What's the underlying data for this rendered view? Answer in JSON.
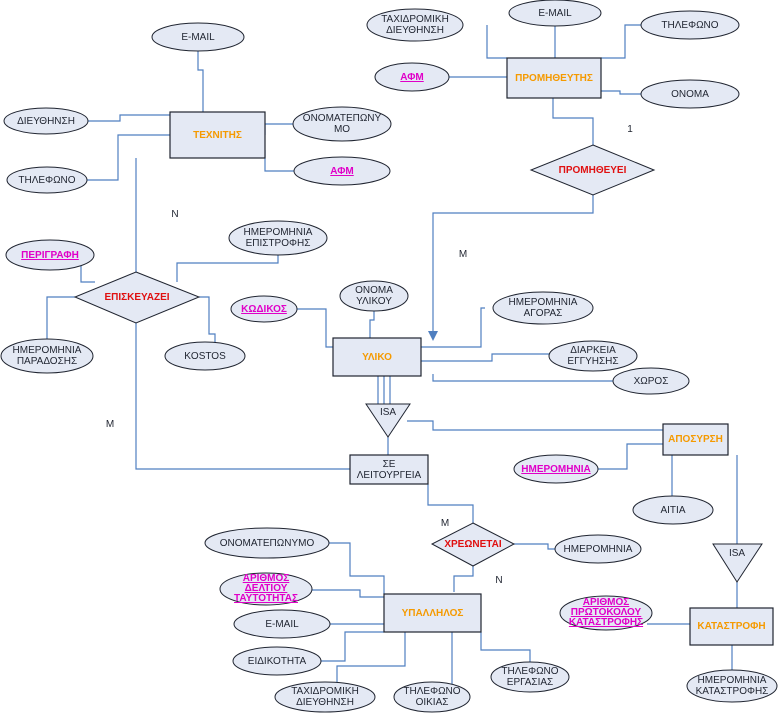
{
  "colors": {
    "line": "#4f7fc0",
    "shape_fill": "#e4e9f4",
    "entity_text": "#f59a00",
    "relation_text": "#e01010",
    "key_text": "#e000c8",
    "text": "#1f2430"
  },
  "entities": {
    "technician": "ΤΕΧΝΙΤΗΣ",
    "supplier": "ΠΡΟΜΗΘΕΥΤΗΣ",
    "material": "ΥΛΙΚΟ",
    "withdrawal": "ΑΠΟΣΥΡΣΗ",
    "in_operation": [
      "ΣΕ",
      "ΛΕΙΤΟΥΡΓΕΙΑ"
    ],
    "employee": "ΥΠΑΛΛΗΛΟΣ",
    "destruction": "ΚΑΤΑΣΤΡΟΦΗ"
  },
  "relations": {
    "supplies": "ΠΡΟΜΗΘΕΥΕΙ",
    "repairs": "ΕΠΙΣΚΕΥΑΖΕΙ",
    "charged": "ΧΡΕΩΝΕΤΑΙ"
  },
  "isa": {
    "material_isa": "ISA",
    "withdrawal_isa": "ISA"
  },
  "attributes": {
    "tech_email": "E-MAIL",
    "tech_address": "ΔΙΕΥΘΗΝΣΗ",
    "tech_phone": "ΤΗΛΕΦΩΝΟ",
    "tech_fullname": [
      "ΟΝΟΜΑΤΕΠΩΝΥ",
      "ΜΟ"
    ],
    "tech_afm": "ΑΦΜ",
    "sup_postal": [
      "ΤΑΧΙΔΡΟΜΙΚΗ",
      "ΔΙΕΥΘΗΝΣΗ"
    ],
    "sup_email": "E-MAIL",
    "sup_phone": "ΤΗΛΕΦΩΝΟ",
    "sup_afm": "ΑΦΜ",
    "sup_name": "ΟΝΟΜΑ",
    "rep_desc": "ΠΕΡΙΓΡΑΦΗ",
    "rep_return": [
      "ΗΜΕΡΟΜΗΝΙΑ",
      "ΕΠΙΣΤΡΟΦΗΣ"
    ],
    "rep_delivery": [
      "ΗΜΕΡΟΜΗΝΙΑ",
      "ΠΑΡΑΔΟΣΗΣ"
    ],
    "rep_cost": "KOSTOS",
    "mat_code": "ΚΩΔΙΚΟΣ",
    "mat_name": [
      "ΟΝΟΜΑ",
      "ΥΛΙΚΟΥ"
    ],
    "mat_purchase": [
      "ΗΜΕΡΟΜΗΝΙΑ",
      "ΑΓΟΡΑΣ"
    ],
    "mat_warranty": [
      "ΔΙΑΡΚΕΙΑ",
      "ΕΓΓΥΗΣΗΣ"
    ],
    "mat_space": "ΧΩΡΟΣ",
    "wd_date": "ΗΜΕΡΟΜΗΝΙΑ",
    "wd_reason": "ΑΙΤΙΑ",
    "emp_fullname": "ΟΝΟΜΑΤΕΠΩΝΥΜΟ",
    "emp_id": [
      "ΑΡΙΘΜΟΣ",
      "ΔΕΛΤΙΟΥ",
      "ΤΑΥΤΟΤΗΤΑΣ"
    ],
    "emp_email": "E-MAIL",
    "emp_specialty": "ΕΙΔΙΚΟΤΗΤΑ",
    "emp_postal": [
      "ΤΑΧΙΔΡΟΜΙΚΗ",
      "ΔΙΕΥΘΗΝΣΗ"
    ],
    "emp_home_phone": [
      "ΤΗΛΕΦΩΝΟ",
      "ΟΙΚΙΑΣ"
    ],
    "emp_work_phone": [
      "ΤΗΛΕΦΩΝΟ",
      "ΕΡΓΑΣΙΑΣ"
    ],
    "charge_date": "ΗΜΕΡΟΜΗΝΙΑ",
    "des_protocol": [
      "ΑΡΙΘΜΟΣ",
      "ΠΡΩΤΟΚΟΛΟΥ",
      "ΚΑΤΑΣΤΡΟΦΗΣ"
    ],
    "des_date": [
      "ΗΜΕΡΟΜΗΝΙΑ",
      "ΚΑΤΑΣΤΡΟΦΗΣ"
    ]
  },
  "cardinalities": {
    "sup_one": "1",
    "sup_many": "M",
    "tech_n": "N",
    "rep_m": "M",
    "emp_m": "M",
    "emp_n": "N"
  }
}
